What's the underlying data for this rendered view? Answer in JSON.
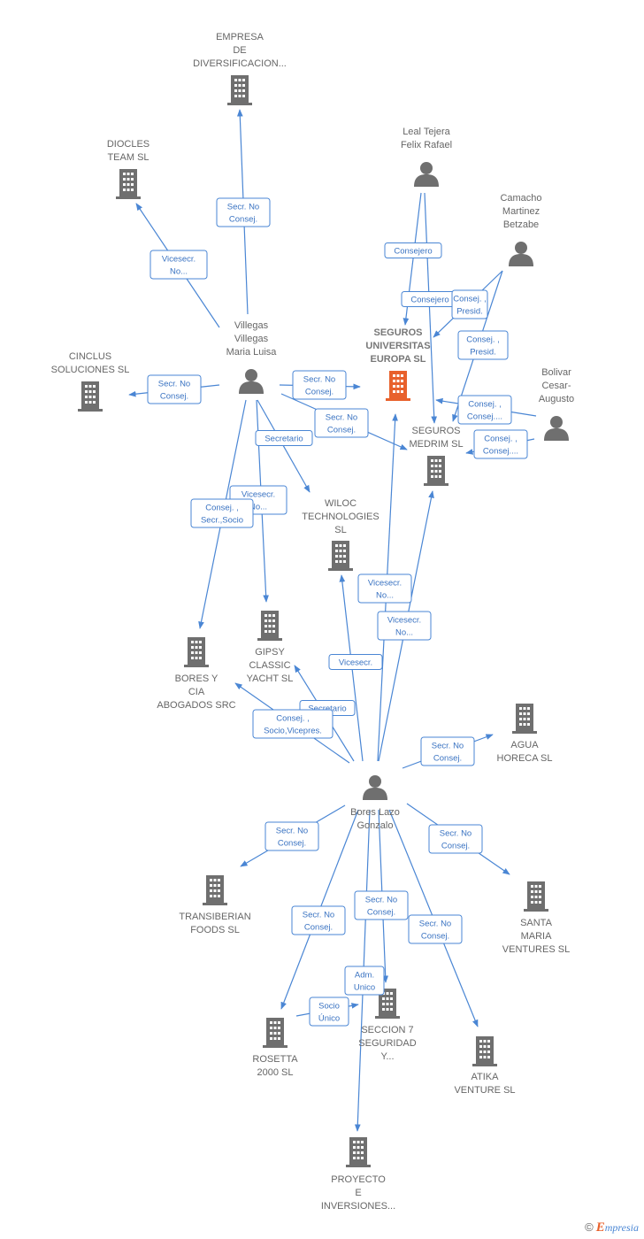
{
  "colors": {
    "edge": "#4a86d4",
    "building": "#6f6f6f",
    "building_highlight": "#e8612c",
    "person": "#6f6f6f",
    "label": "#666666"
  },
  "nodes": [
    {
      "id": "empresa_div",
      "type": "company",
      "lines": [
        "EMPRESA",
        "DE",
        "DIVERSIFICACION..."
      ]
    },
    {
      "id": "diocles",
      "type": "company",
      "lines": [
        "DIOCLES",
        "TEAM SL"
      ]
    },
    {
      "id": "leal",
      "type": "person",
      "lines": [
        "Leal Tejera",
        "Felix Rafael"
      ]
    },
    {
      "id": "camacho",
      "type": "person",
      "lines": [
        "Camacho",
        "Martinez",
        "Betzabe"
      ]
    },
    {
      "id": "villegas",
      "type": "person",
      "lines": [
        "Villegas",
        "Villegas",
        "Maria Luisa"
      ]
    },
    {
      "id": "seguros_univ",
      "type": "company_main",
      "lines": [
        "SEGUROS",
        "UNIVERSITAS",
        "EUROPA  SL"
      ]
    },
    {
      "id": "cinclus",
      "type": "company",
      "lines": [
        "CINCLUS",
        "SOLUCIONES SL"
      ]
    },
    {
      "id": "bolivar",
      "type": "person",
      "lines": [
        "Bolivar",
        "Cesar-",
        "Augusto"
      ]
    },
    {
      "id": "seguros_medrim",
      "type": "company",
      "lines": [
        "SEGUROS",
        "MEDRIM  SL"
      ]
    },
    {
      "id": "wiloc",
      "type": "company",
      "lines": [
        "WILOC",
        "TECHNOLOGIES",
        "SL"
      ]
    },
    {
      "id": "bores_cia",
      "type": "company",
      "lines": [
        "BORES Y",
        "CIA",
        "ABOGADOS SRC"
      ]
    },
    {
      "id": "gipsy",
      "type": "company",
      "lines": [
        "GIPSY",
        "CLASSIC",
        "YACHT  SL"
      ]
    },
    {
      "id": "agua",
      "type": "company",
      "lines": [
        "AGUA",
        "HORECA  SL"
      ]
    },
    {
      "id": "bores_lazo",
      "type": "person",
      "lines": [
        "Bores Lazo",
        "Gonzalo"
      ]
    },
    {
      "id": "transiberian",
      "type": "company",
      "lines": [
        "TRANSIBERIAN",
        "FOODS  SL"
      ]
    },
    {
      "id": "santa_maria",
      "type": "company",
      "lines": [
        "SANTA",
        "MARIA",
        "VENTURES  SL"
      ]
    },
    {
      "id": "seccion7",
      "type": "company",
      "lines": [
        "SECCION 7",
        "SEGURIDAD",
        "Y..."
      ]
    },
    {
      "id": "rosetta",
      "type": "company",
      "lines": [
        "ROSETTA",
        "2000  SL"
      ]
    },
    {
      "id": "atika",
      "type": "company",
      "lines": [
        "ATIKA",
        "VENTURE  SL"
      ]
    },
    {
      "id": "proyecto",
      "type": "company",
      "lines": [
        "PROYECTO",
        "E",
        "INVERSIONES..."
      ]
    }
  ],
  "edges": [
    {
      "from": "villegas",
      "to": "empresa_div",
      "label": [
        "Secr.  No",
        "Consej."
      ]
    },
    {
      "from": "villegas",
      "to": "diocles",
      "label": [
        "Vicesecr.",
        "No..."
      ]
    },
    {
      "from": "villegas",
      "to": "cinclus",
      "label": [
        "Secr.  No",
        "Consej."
      ]
    },
    {
      "from": "villegas",
      "to": "seguros_univ",
      "label": [
        "Secr.  No",
        "Consej."
      ]
    },
    {
      "from": "villegas",
      "to": "seguros_medrim",
      "label": [
        "Secr.  No",
        "Consej."
      ]
    },
    {
      "from": "villegas",
      "to": "wiloc",
      "label": [
        "Secretario"
      ]
    },
    {
      "from": "villegas",
      "to": "gipsy",
      "label": [
        "Vicesecr.",
        "No..."
      ]
    },
    {
      "from": "villegas",
      "to": "bores_cia",
      "label": [
        "Consej. ,",
        "Secr.,Socio"
      ]
    },
    {
      "from": "leal",
      "to": "seguros_univ",
      "label": [
        "Consejero"
      ]
    },
    {
      "from": "leal",
      "to": "seguros_medrim",
      "label": [
        "Consejero"
      ]
    },
    {
      "from": "camacho",
      "to": "seguros_univ",
      "label": [
        "Consej. ,",
        "Presid."
      ]
    },
    {
      "from": "camacho",
      "to": "seguros_medrim",
      "label": [
        "Consej. ,",
        "Presid."
      ]
    },
    {
      "from": "bolivar",
      "to": "seguros_medrim",
      "label": [
        "Consej. ,",
        "Consej...."
      ]
    },
    {
      "from": "bolivar",
      "to": "seguros_medrim",
      "label": [
        "Consej. ,",
        "Consej...."
      ]
    },
    {
      "from": "bores_lazo",
      "to": "seguros_univ",
      "label": [
        "Vicesecr.",
        "No..."
      ]
    },
    {
      "from": "bores_lazo",
      "to": "seguros_medrim",
      "label": [
        "Vicesecr.",
        "No..."
      ]
    },
    {
      "from": "bores_lazo",
      "to": "wiloc",
      "label": [
        "Vicesecr."
      ]
    },
    {
      "from": "bores_lazo",
      "to": "gipsy",
      "label": [
        "Secretario"
      ]
    },
    {
      "from": "bores_lazo",
      "to": "bores_cia",
      "label": [
        "Consej. ,",
        "Socio,Vicepres."
      ]
    },
    {
      "from": "bores_lazo",
      "to": "agua",
      "label": [
        "Secr.  No",
        "Consej."
      ]
    },
    {
      "from": "bores_lazo",
      "to": "transiberian",
      "label": [
        "Secr.  No",
        "Consej."
      ]
    },
    {
      "from": "bores_lazo",
      "to": "santa_maria",
      "label": [
        "Secr.  No",
        "Consej."
      ]
    },
    {
      "from": "bores_lazo",
      "to": "rosetta",
      "label": [
        "Secr.  No",
        "Consej."
      ]
    },
    {
      "from": "bores_lazo",
      "to": "seccion7",
      "label": [
        "Secr.  No",
        "Consej."
      ]
    },
    {
      "from": "bores_lazo",
      "to": "atika",
      "label": [
        "Secr.  No",
        "Consej."
      ]
    },
    {
      "from": "bores_lazo",
      "to": "proyecto",
      "label": [
        "Adm.",
        "Unico"
      ]
    },
    {
      "from": "rosetta",
      "to": "seccion7",
      "label": [
        "Socio",
        "Único"
      ]
    }
  ],
  "footer": {
    "copyright": "©",
    "brand_initial": "E",
    "brand_rest": "mpresia"
  }
}
